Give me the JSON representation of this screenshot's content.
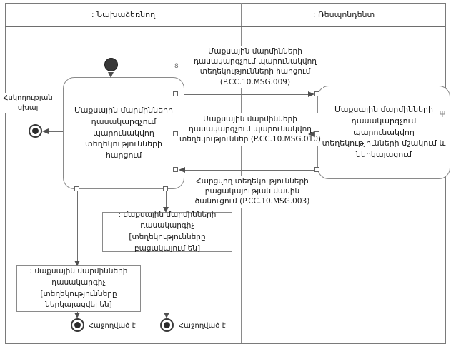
{
  "lanes": {
    "initiator": ": Նախաձեռնող",
    "respondent": ": Ռեսպոնդենտ"
  },
  "nodes": {
    "left_activity": {
      "lines": [
        "Մաքսային մարմինների",
        "դասակարգչում",
        "պարունակվող",
        "տեղեկությունների հարցում"
      ]
    },
    "right_activity": {
      "lines": [
        "Մաքսային մարմինների",
        "դասակարգչում պարունակվող",
        "տեղեկությունների մշակում և",
        "ներկայացում"
      ]
    },
    "object_absent": {
      "lines": [
        ": մաքսային մարմինների դասակարգիչ",
        "[տեղեկությունները բացակայում են]"
      ]
    },
    "object_presented": {
      "lines": [
        ": մաքսային մարմինների",
        "դասակարգիչ [տեղեկությունները",
        "ներկայացվել են]"
      ]
    },
    "error_label": {
      "lines": [
        "Հսկողության",
        "սխալ"
      ]
    },
    "final_label_1": "Հաջողված է",
    "final_label_2": "Հաջողված է"
  },
  "messages": {
    "request": {
      "lines": [
        "Մաքսային մարմինների",
        "դասակարգչում պարունակվող",
        "տեղեկությունների հարցում",
        "(P.CC.10.MSG.009)"
      ]
    },
    "response": {
      "lines": [
        "Մաքսային մարմինների",
        "դասակարգչում պարունակվող",
        "տեղեկություններ (P.CC.10.MSG.010)"
      ]
    },
    "notification": {
      "lines": [
        "Հարցվող տեղեկությունների",
        "բացակայության մասին",
        "ծանուցում (P.CC.10.MSG.003)"
      ]
    },
    "flow_marker": "8"
  },
  "colors": {
    "line": "#6e6e6e",
    "border": "#8a8a8a",
    "text": "#1c1c1c",
    "node_fill": "#2b2b2b"
  }
}
